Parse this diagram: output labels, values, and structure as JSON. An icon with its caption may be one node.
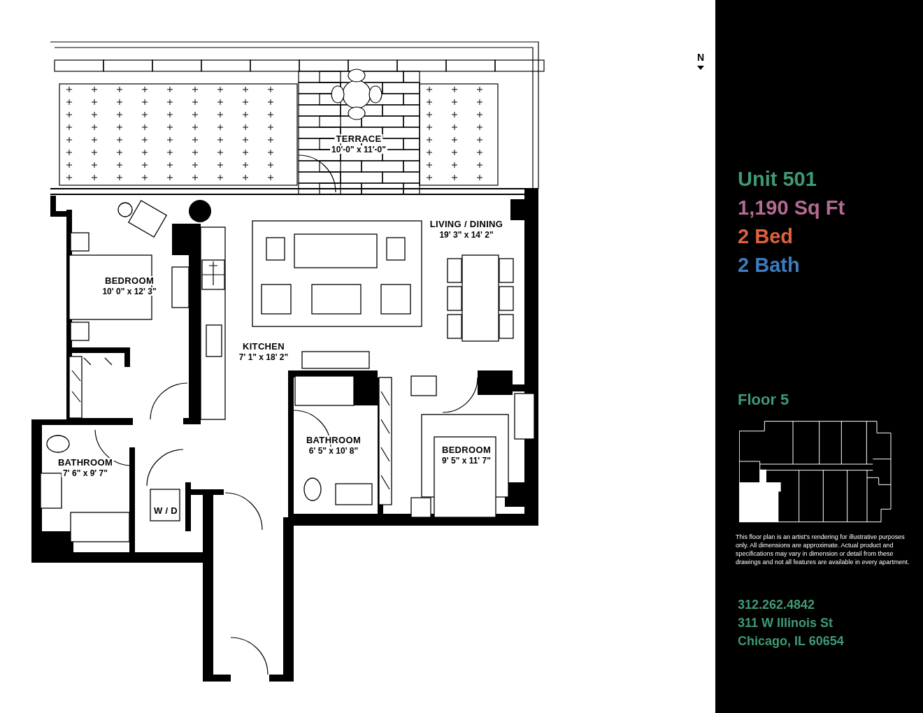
{
  "diagram": {
    "labels": [
      "TERRACE",
      "10'-0\" x 11'-0\"",
      "LIVING / DINING",
      "19' 3\" x 14' 2\"",
      "BEDROOM",
      "10' 0\" x 12' 3\"",
      "KITCHEN",
      "7' 1\" x 18' 2\"",
      "BATHROOM",
      "6' 5\" x 10' 8\"",
      "BEDROOM",
      "9' 5\" x 11' 7\"",
      "BATHROOM",
      "7' 6\" x 9' 7\"",
      "W / D",
      "N",
      "Unit 501",
      "1,190 Sq Ft",
      "2 Bed",
      "2 Bath",
      "Floor 5",
      "This floor plan is an artist's rendering for illustrative purposes only. All dimensions are approximate. Actual product and specifications may vary in dimension or detail from these drawings and not all features are available in every apartment.",
      "312.262.4842",
      "311 W Illinois St",
      "Chicago, IL 60654"
    ]
  }
}
